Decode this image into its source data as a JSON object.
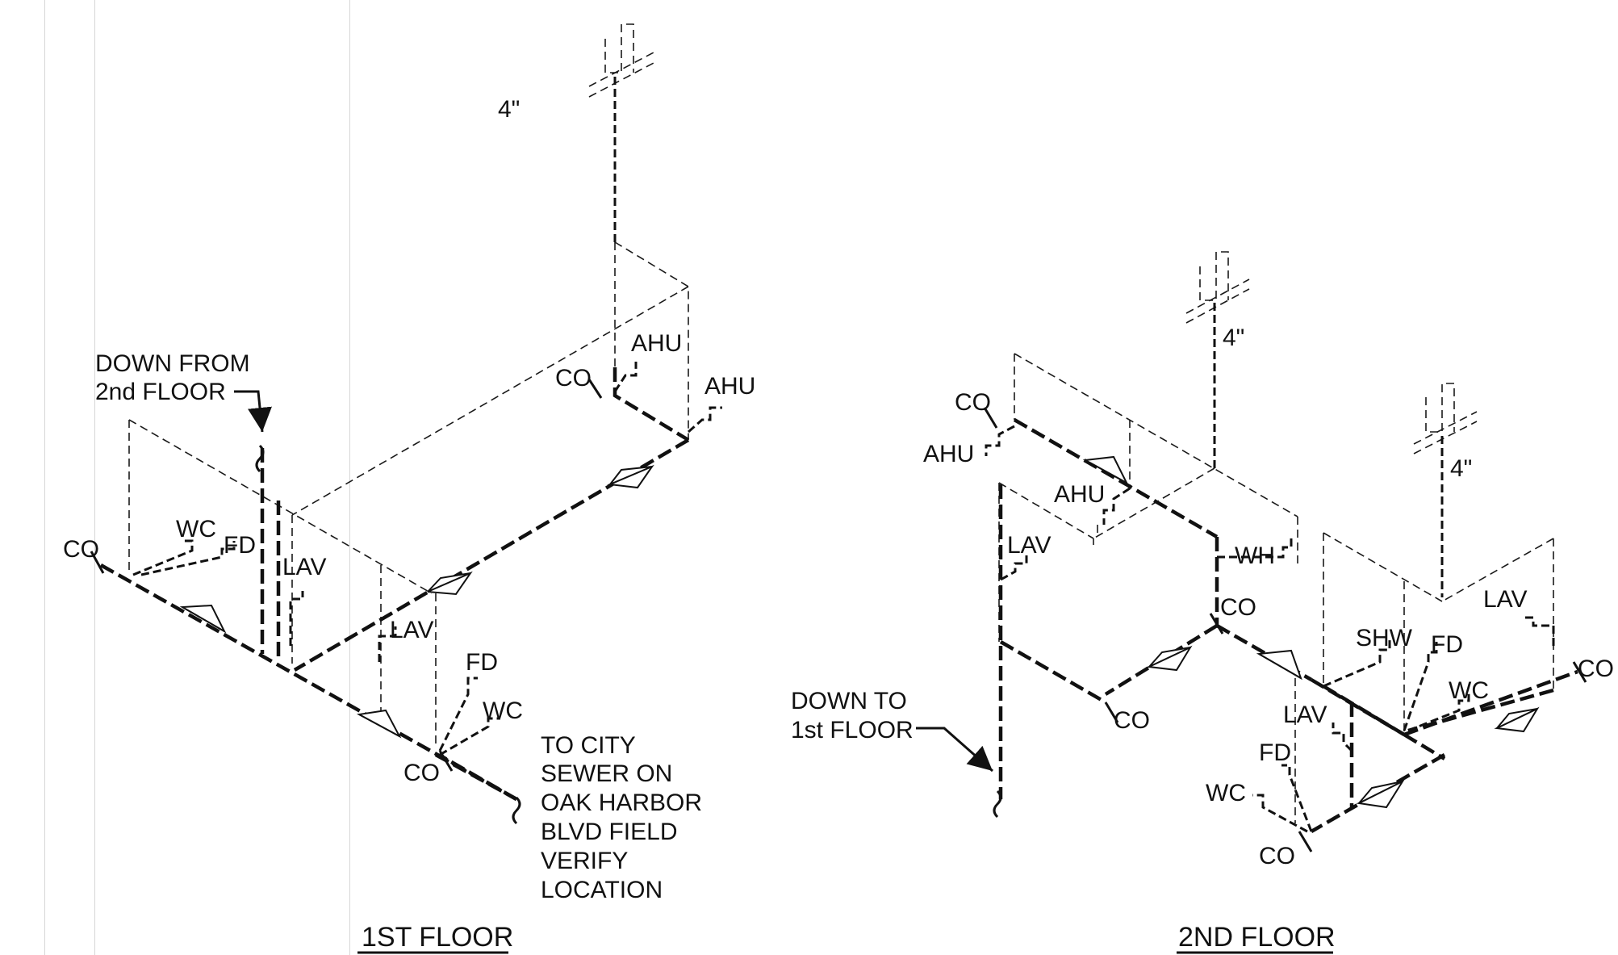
{
  "floor1": {
    "title": "1ST FLOOR",
    "pipe_size": "4\"",
    "down_from_label_1": "DOWN FROM",
    "down_from_label_2": "2nd FLOOR",
    "fixtures": {
      "co_left": "CO",
      "wc_left": "WC",
      "fd_left": "FD",
      "lav_1": "LAV",
      "lav_2": "LAV",
      "fd_right": "FD",
      "wc_right": "WC",
      "co_bottom": "CO",
      "co_top": "CO",
      "ahu_1": "AHU",
      "ahu_2": "AHU"
    },
    "sewer_note": [
      "TO CITY",
      "SEWER ON",
      "OAK HARBOR",
      "BLVD FIELD",
      "VERIFY",
      "LOCATION"
    ]
  },
  "floor2": {
    "title": "2ND FLOOR",
    "pipe_size_1": "4\"",
    "pipe_size_2": "4\"",
    "down_to_label_1": "DOWN TO",
    "down_to_label_2": "1st FLOOR",
    "fixtures": {
      "co_top": "CO",
      "ahu_left": "AHU",
      "ahu_mid": "AHU",
      "lav_left": "LAV",
      "wh": "WH",
      "co_mid": "CO",
      "co_low": "CO",
      "shw": "SHW",
      "fd_mid": "FD",
      "lav_right": "LAV",
      "co_right": "CO",
      "wc_mid": "WC",
      "lav_low": "LAV",
      "fd_low": "FD",
      "wc_low": "WC",
      "co_bottom": "CO"
    }
  }
}
